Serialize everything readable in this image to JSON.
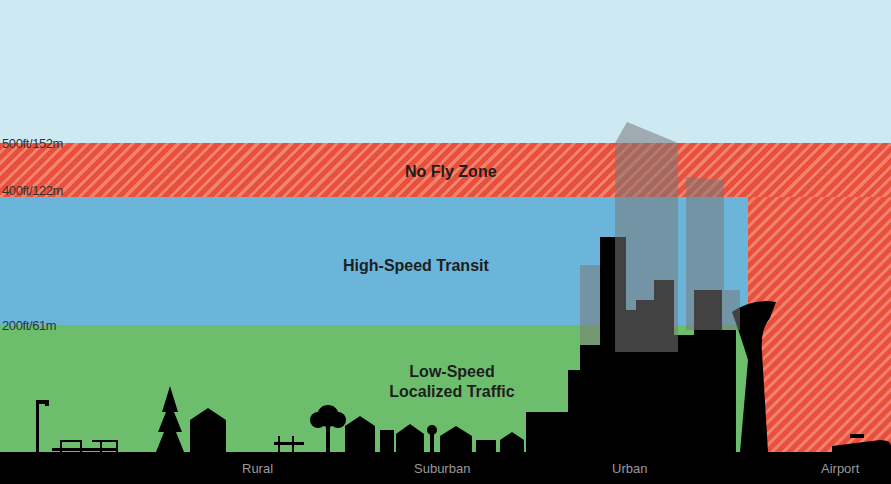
{
  "diagram": {
    "nodes": [
      {
        "text": [
          "No Fly Zone"
        ]
      },
      {
        "text": [
          "High-Speed Transit"
        ]
      },
      {
        "text": [
          "Low-Speed Localized Traffic"
        ]
      }
    ],
    "labels": [
      "500ft/152m",
      "400ft/122m",
      "200ft/61m",
      "Rural",
      "Suburban",
      "Urban",
      "Airport"
    ]
  }
}
